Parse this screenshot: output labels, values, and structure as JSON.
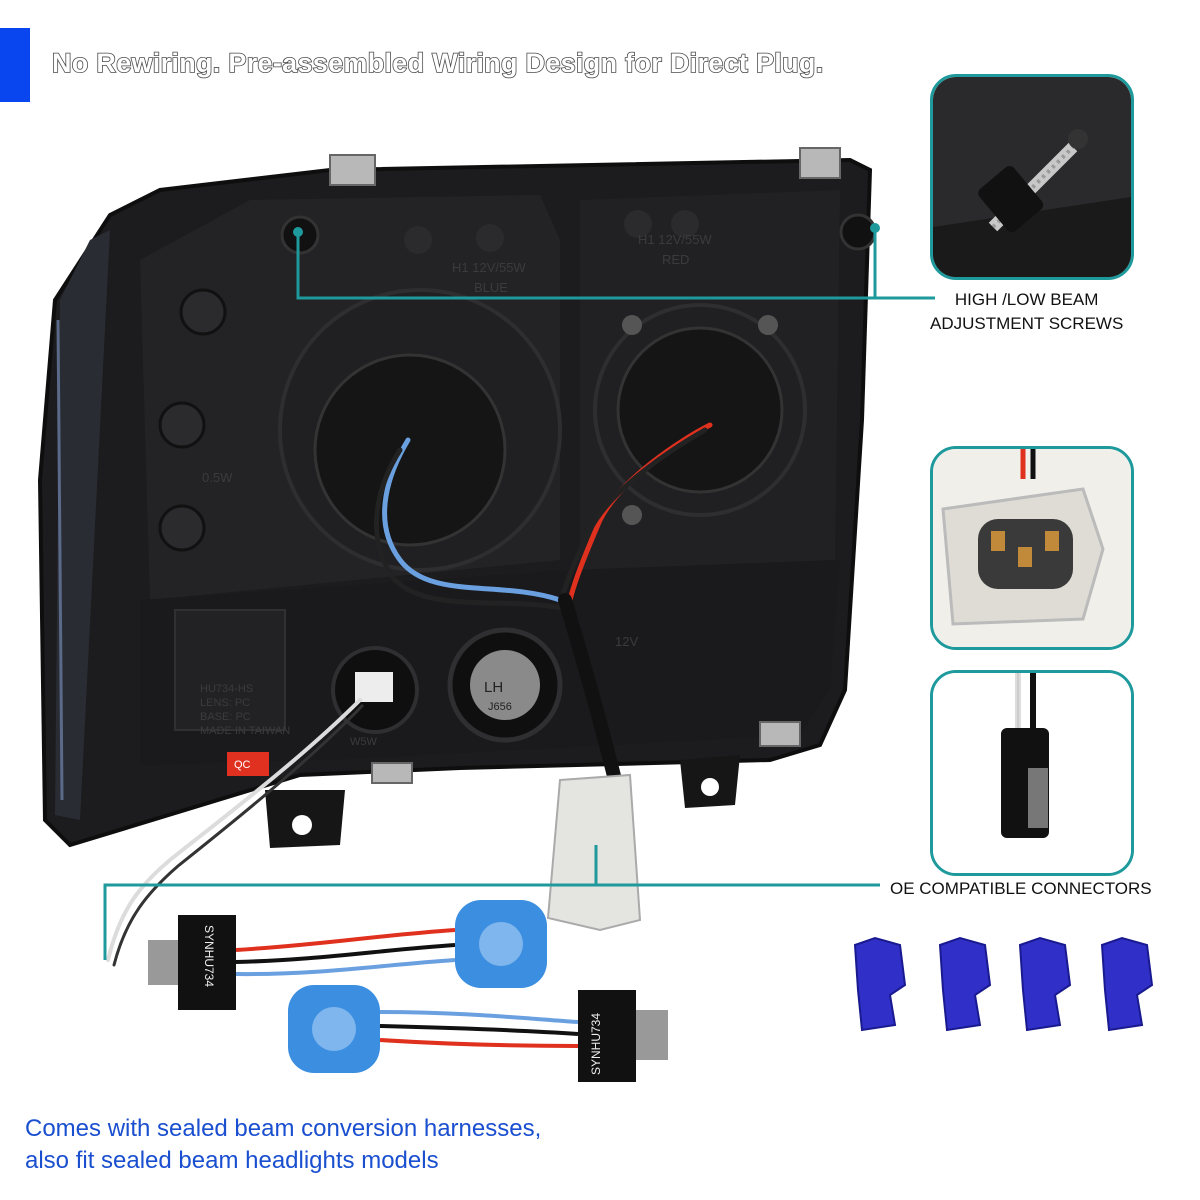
{
  "headline": "No Rewiring. Pre-assembled Wiring Design for Direct Plug.",
  "callouts": {
    "beam_adjust_line1": "HIGH /LOW BEAM",
    "beam_adjust_line2": "ADJUSTMENT SCREWS",
    "oe_connectors": "OE COMPATIBLE CONNECTORS"
  },
  "footer": {
    "line1": "Comes with sealed beam conversion harnesses,",
    "line2": "also fit sealed beam headlights models"
  },
  "housing_markings": {
    "left_bulb": "H1 12V/55W",
    "left_color": "BLUE",
    "right_bulb": "H1 12V/55W",
    "right_color": "RED",
    "side_watt": "0.5W",
    "lower_socket": "LH",
    "lower_code": "J656",
    "voltage": "12V",
    "bottom_left": "W5W",
    "qc": "QC",
    "label_lines": [
      "HU734-HS",
      "LENS: PC",
      "BASE: PC",
      "MADE IN TAIWAN"
    ],
    "adapter_code_1": "SYNHU734",
    "adapter_code_2": "SYNHU734"
  },
  "colors": {
    "accent": "#0a46f0",
    "callout_border": "#1e9a9c",
    "footer_text": "#1a4fd0",
    "housing": "#1c1c1e",
    "wire_red": "#e0301e",
    "wire_blue": "#6aa0e0",
    "socket_blue": "#3c8fe0",
    "tap_connector": "#3030c8"
  }
}
